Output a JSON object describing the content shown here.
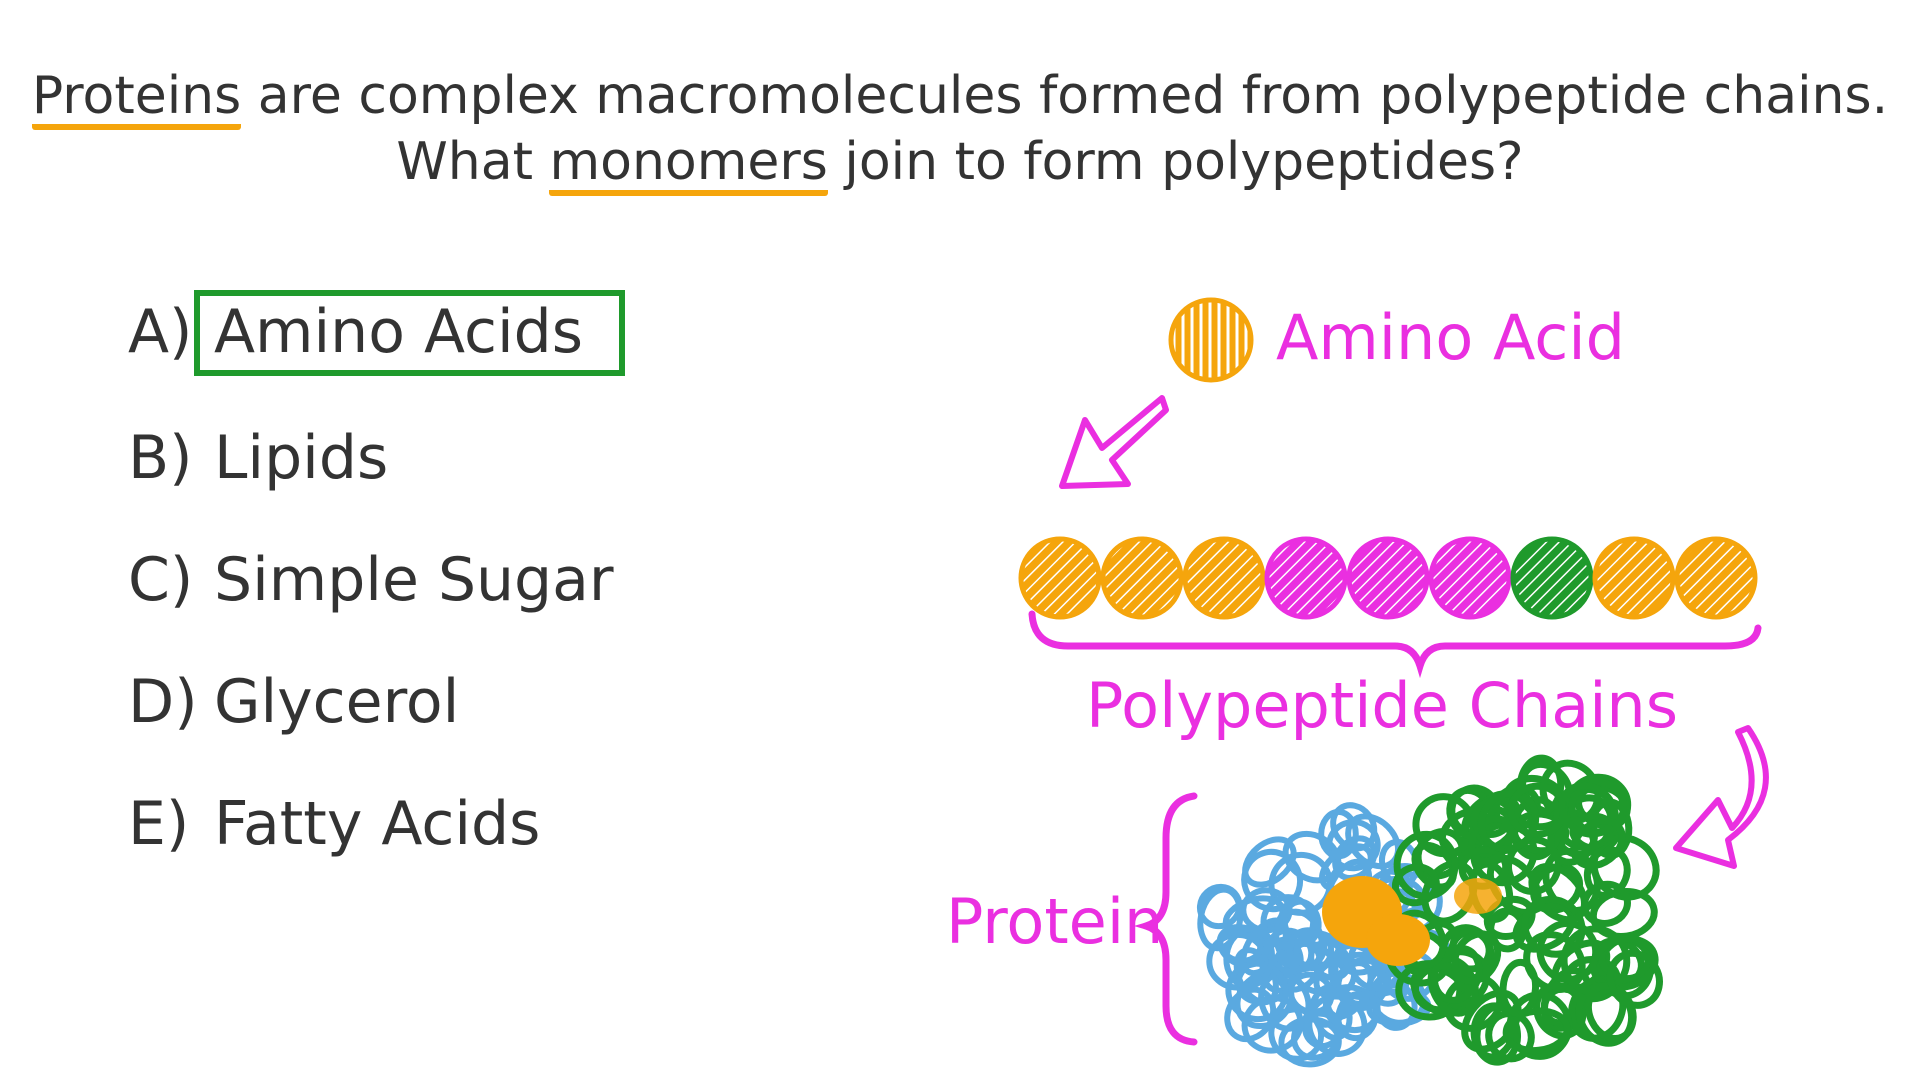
{
  "question": {
    "line1": {
      "keyword": "Proteins",
      "rest": " are complex macromolecules formed from polypeptide chains."
    },
    "line2": {
      "before": "What ",
      "keyword": "monomers",
      "after": " join to form polypeptides?"
    }
  },
  "options": [
    {
      "letter": "A)",
      "text": "Amino Acids",
      "correct": true
    },
    {
      "letter": "B)",
      "text": "Lipids",
      "correct": false
    },
    {
      "letter": "C)",
      "text": "Simple Sugar",
      "correct": false
    },
    {
      "letter": "D)",
      "text": "Glycerol",
      "correct": false
    },
    {
      "letter": "E)",
      "text": "Fatty Acids",
      "correct": false
    }
  ],
  "diagram": {
    "amino_acid_label": "Amino Acid",
    "chain_label": "Polypeptide Chains",
    "protein_label": "Protein",
    "chain_colors": [
      "orange",
      "orange",
      "orange",
      "magenta",
      "magenta",
      "magenta",
      "green",
      "orange",
      "orange"
    ]
  },
  "colors": {
    "highlight": "#f5a50c",
    "correct_box": "#1f9a2c",
    "label": "#ea2fe0",
    "orange": "#f5a50c",
    "magenta": "#ea2fe0",
    "green": "#1f9a2c",
    "blue": "#5aa9e0",
    "text": "#333333"
  }
}
